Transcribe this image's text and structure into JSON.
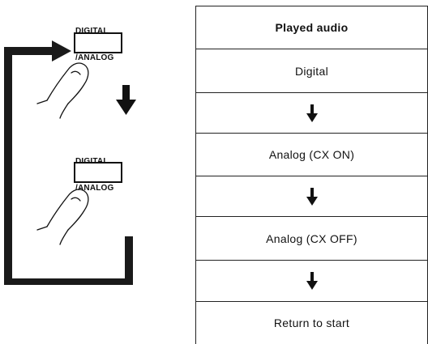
{
  "button_label": {
    "line1": "DIGITAL",
    "line2": "/ANALOG"
  },
  "table": {
    "header": "Played audio",
    "steps": [
      "Digital",
      "Analog (CX ON)",
      "Analog (CX OFF)",
      "Return to start"
    ]
  },
  "colors": {
    "ink": "#111111",
    "loop_arrow": "#1a1a1a",
    "paper": "#ffffff"
  },
  "icons": [
    "hand-pointer-icon",
    "down-arrow-icon",
    "loop-arrow-icon"
  ]
}
